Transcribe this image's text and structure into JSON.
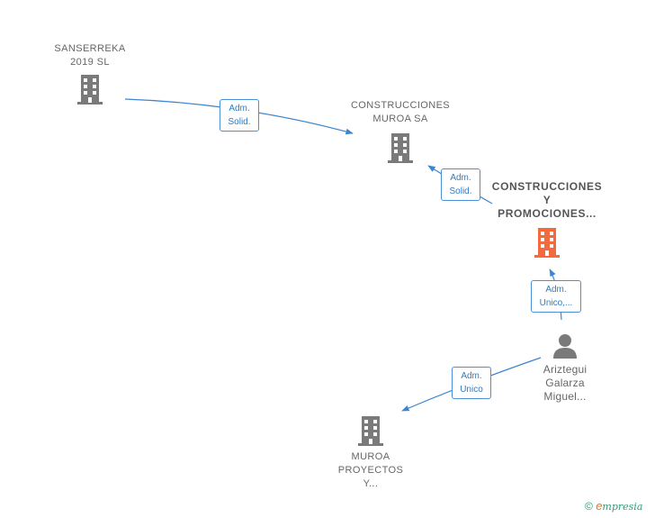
{
  "nodes": {
    "sanserreka": {
      "label": "SANSERREKA\n2019  SL"
    },
    "construcciones_muroa": {
      "label": "CONSTRUCCIONES\nMUROA SA"
    },
    "construcciones_promociones": {
      "label": "CONSTRUCCIONES\nY\nPROMOCIONES..."
    },
    "ariztegui": {
      "label": "Ariztegui\nGalarza\nMiguel..."
    },
    "muroa_proyectos": {
      "label": "MUROA\nPROYECTOS\nY..."
    }
  },
  "edges": {
    "e1": {
      "label": "Adm.\nSolid."
    },
    "e2": {
      "label": "Adm.\nSolid."
    },
    "e3": {
      "label": "Adm.\nUnico,..."
    },
    "e4": {
      "label": "Adm.\nUnico"
    }
  },
  "colors": {
    "building_gray": "#7a7a7a",
    "building_focus": "#f26a3d",
    "person_gray": "#7a7a7a",
    "edge_blue": "#3d85d0"
  },
  "footer": {
    "copyright": "©",
    "brand": "mpresia",
    "brand_initial": "e"
  }
}
